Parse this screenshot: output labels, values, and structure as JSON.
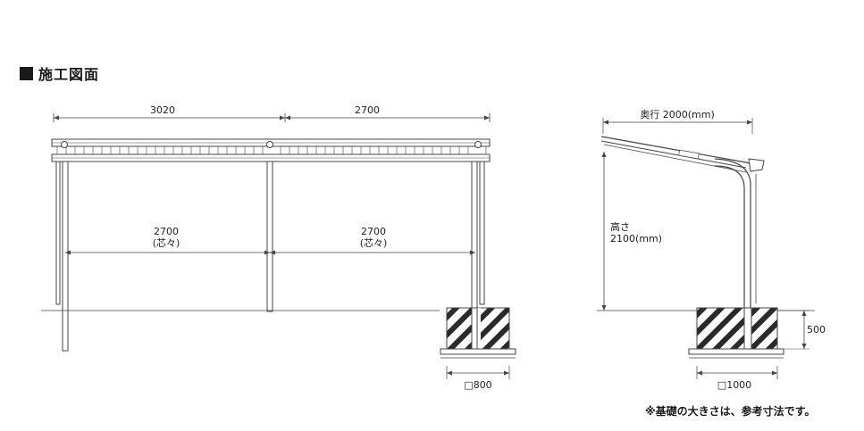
{
  "section": {
    "title": "施工図面"
  },
  "front_view": {
    "width_left": "3020",
    "width_right": "2700",
    "inner_left_value": "2700",
    "inner_left_note": "(芯々)",
    "inner_right_value": "2700",
    "inner_right_note": "(芯々)",
    "foundation": "□800"
  },
  "side_view": {
    "depth_label": "奥行 2000(mm)",
    "height_label": "高さ",
    "height_value": "2100(mm)",
    "foundation_depth": "500",
    "foundation": "□1000"
  },
  "note": "※基礎の大きさは、参考寸法です。"
}
